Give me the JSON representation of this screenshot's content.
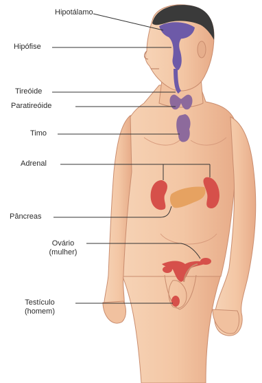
{
  "labels": {
    "hipotalamo": "Hipotálamo",
    "hipofise": "Hipófise",
    "tireoide": "Tireóide",
    "paratireoide": "Paratireóide",
    "timo": "Timo",
    "adrenal": "Adrenal",
    "pancreas": "Pâncreas",
    "ovario": "Ovário",
    "ovario_note": "(mulher)",
    "testiculo": "Testículo",
    "testiculo_note": "(homem)"
  },
  "colors": {
    "skin": "#f4c9a8",
    "skin_shade": "#e3a582",
    "outline": "#c98c6e",
    "hair": "#3a3a3a",
    "gland_purple": "#6d5aa8",
    "gland_mauve": "#8d6a9c",
    "kidney_red": "#d6504a",
    "pancreas": "#e6a261",
    "leader_line": "#333333"
  }
}
